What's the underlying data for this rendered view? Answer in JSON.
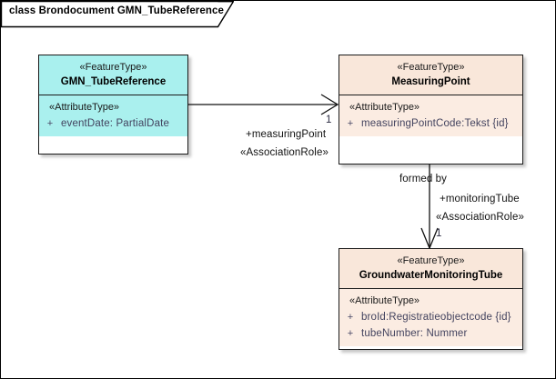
{
  "diagram": {
    "title": "class Brondocument GMN_TubeReference",
    "colors": {
      "cyan_fill": "#AAF0EE",
      "peach_fill": "#FAEADF",
      "border": "#1A1A1A",
      "attribute_text": "#43435F"
    }
  },
  "classes": [
    {
      "id": "gmn-tubereference",
      "stereotype": "«FeatureType»",
      "name": "GMN_TubeReference",
      "attribute_stereotype": "«AttributeType»",
      "attributes": [
        {
          "visibility": "+",
          "text": "eventDate: PartialDate"
        }
      ]
    },
    {
      "id": "measuringpoint",
      "stereotype": "«FeatureType»",
      "name": "MeasuringPoint",
      "attribute_stereotype": "«AttributeType»",
      "attributes": [
        {
          "visibility": "+",
          "text": "measuringPointCode:Tekst {id}"
        }
      ]
    },
    {
      "id": "groundwatermonitoringtube",
      "stereotype": "«FeatureType»",
      "name": "GroundwaterMonitoringTube",
      "attribute_stereotype": "«AttributeType»",
      "attributes": [
        {
          "visibility": "+",
          "text": "broId:Registratieobjectcode {id}"
        },
        {
          "visibility": "+",
          "text": "tubeNumber: Nummer"
        }
      ]
    }
  ],
  "associations": [
    {
      "id": "assoc-measuringpoint",
      "name": "",
      "role": "+measuringPoint",
      "stereotype": "«AssociationRole»",
      "multiplicity": "1"
    },
    {
      "id": "assoc-monitoringtube",
      "name": "formed by",
      "role": "+monitoringTube",
      "stereotype": "«AssociationRole»",
      "multiplicity": "1"
    }
  ]
}
